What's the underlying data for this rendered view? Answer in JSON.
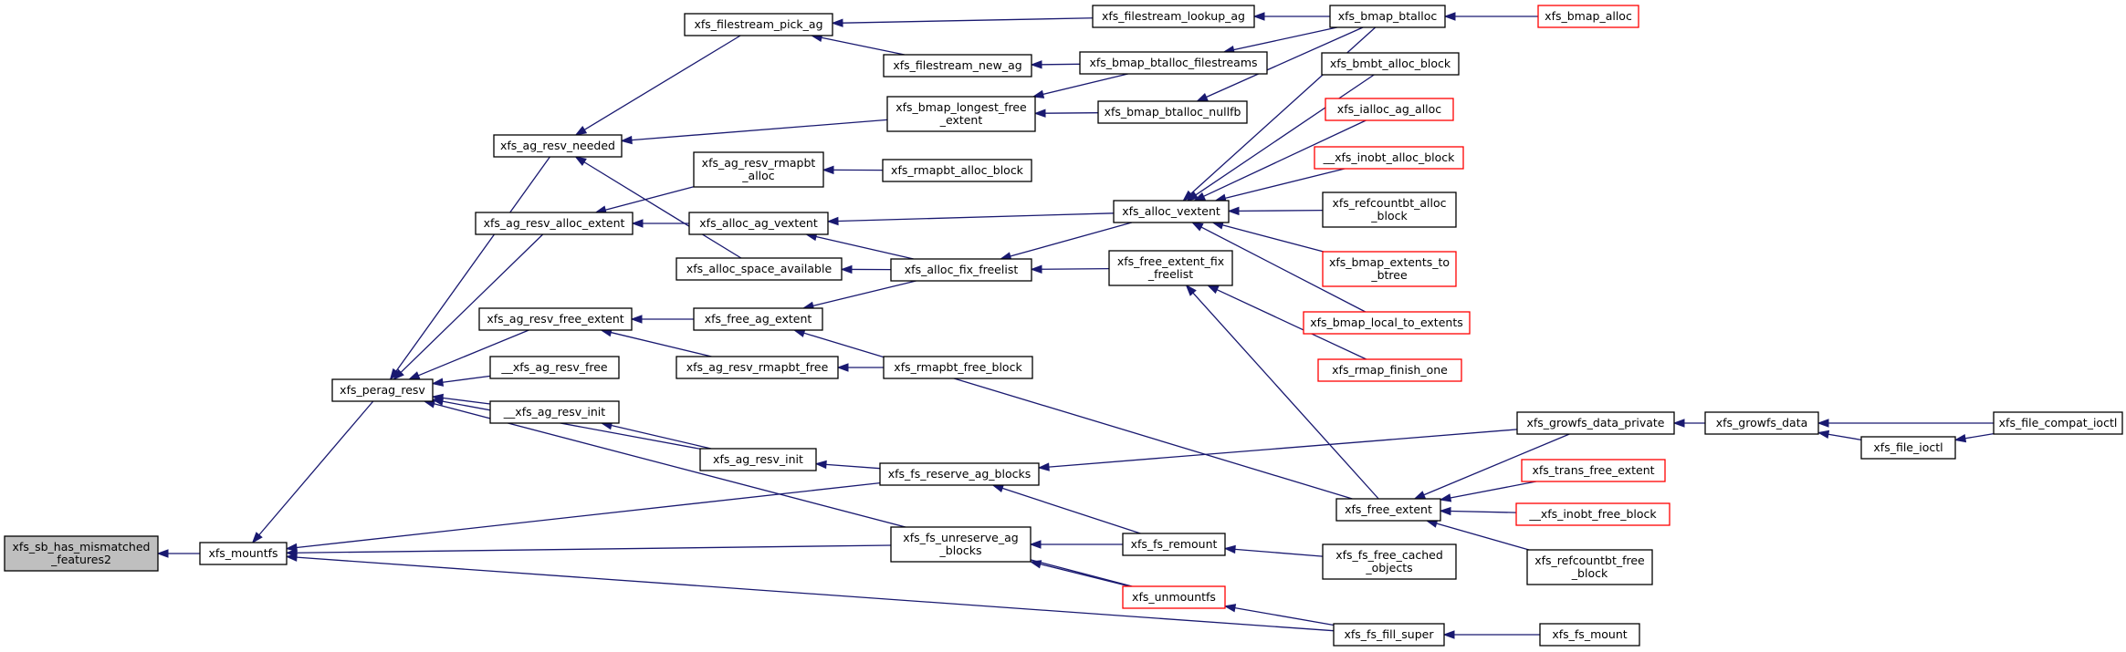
{
  "graph": {
    "colors": {
      "edge": "#191970",
      "border_normal": "#000000",
      "border_truncated": "#ff0000",
      "fill_root": "#bfbfbf",
      "fill_normal": "#ffffff"
    },
    "nodes": [
      {
        "id": "root",
        "lines": [
          "xfs_sb_has_mismatched",
          "_features2"
        ],
        "kind": "root"
      },
      {
        "id": "mountfs",
        "lines": [
          "xfs_mountfs"
        ],
        "kind": "normal"
      },
      {
        "id": "perag_resv",
        "lines": [
          "xfs_perag_resv"
        ],
        "kind": "normal"
      },
      {
        "id": "ag_resv_needed",
        "lines": [
          "xfs_ag_resv_needed"
        ],
        "kind": "normal"
      },
      {
        "id": "ag_resv_alloc_extent",
        "lines": [
          "xfs_ag_resv_alloc_extent"
        ],
        "kind": "normal"
      },
      {
        "id": "ag_resv_free_extent",
        "lines": [
          "xfs_ag_resv_free_extent"
        ],
        "kind": "normal"
      },
      {
        "id": "__ag_resv_free",
        "lines": [
          "__xfs_ag_resv_free"
        ],
        "kind": "normal"
      },
      {
        "id": "__ag_resv_init",
        "lines": [
          "__xfs_ag_resv_init"
        ],
        "kind": "normal"
      },
      {
        "id": "filestream_pick_ag",
        "lines": [
          "xfs_filestream_pick_ag"
        ],
        "kind": "normal"
      },
      {
        "id": "ag_resv_rmapbt_alloc",
        "lines": [
          "xfs_ag_resv_rmapbt",
          "_alloc"
        ],
        "kind": "normal"
      },
      {
        "id": "alloc_ag_vextent",
        "lines": [
          "xfs_alloc_ag_vextent"
        ],
        "kind": "normal"
      },
      {
        "id": "alloc_space_available",
        "lines": [
          "xfs_alloc_space_available"
        ],
        "kind": "normal"
      },
      {
        "id": "free_ag_extent",
        "lines": [
          "xfs_free_ag_extent"
        ],
        "kind": "normal"
      },
      {
        "id": "ag_resv_rmapbt_free",
        "lines": [
          "xfs_ag_resv_rmapbt_free"
        ],
        "kind": "normal"
      },
      {
        "id": "ag_resv_free",
        "lines": [
          "xfs_ag_resv_free"
        ],
        "kind": "normal"
      },
      {
        "id": "ag_resv_init",
        "lines": [
          "xfs_ag_resv_init"
        ],
        "kind": "normal"
      },
      {
        "id": "filestream_lookup_ag",
        "lines": [
          "xfs_filestream_lookup_ag"
        ],
        "kind": "normal"
      },
      {
        "id": "filestream_new_ag",
        "lines": [
          "xfs_filestream_new_ag"
        ],
        "kind": "normal"
      },
      {
        "id": "bmap_longest_free_extent",
        "lines": [
          "xfs_bmap_longest_free",
          "_extent"
        ],
        "kind": "normal"
      },
      {
        "id": "rmapbt_alloc_block",
        "lines": [
          "xfs_rmapbt_alloc_block"
        ],
        "kind": "normal"
      },
      {
        "id": "alloc_fix_freelist",
        "lines": [
          "xfs_alloc_fix_freelist"
        ],
        "kind": "normal"
      },
      {
        "id": "rmapbt_free_block",
        "lines": [
          "xfs_rmapbt_free_block"
        ],
        "kind": "normal"
      },
      {
        "id": "fs_reserve_ag_blocks",
        "lines": [
          "xfs_fs_reserve_ag_blocks"
        ],
        "kind": "normal"
      },
      {
        "id": "fs_unreserve_ag_blocks",
        "lines": [
          "xfs_fs_unreserve_ag",
          "_blocks"
        ],
        "kind": "normal"
      },
      {
        "id": "bmap_btalloc_filestreams",
        "lines": [
          "xfs_bmap_btalloc_filestreams"
        ],
        "kind": "normal"
      },
      {
        "id": "bmap_btalloc_nullfb",
        "lines": [
          "xfs_bmap_btalloc_nullfb"
        ],
        "kind": "normal"
      },
      {
        "id": "alloc_vextent",
        "lines": [
          "xfs_alloc_vextent"
        ],
        "kind": "normal"
      },
      {
        "id": "free_extent_fix_freelist",
        "lines": [
          "xfs_free_extent_fix",
          "_freelist"
        ],
        "kind": "normal"
      },
      {
        "id": "fs_remount",
        "lines": [
          "xfs_fs_remount"
        ],
        "kind": "normal"
      },
      {
        "id": "unmountfs",
        "lines": [
          "xfs_unmountfs"
        ],
        "kind": "truncated"
      },
      {
        "id": "bmap_btalloc",
        "lines": [
          "xfs_bmap_btalloc"
        ],
        "kind": "normal"
      },
      {
        "id": "bmbt_alloc_block",
        "lines": [
          "xfs_bmbt_alloc_block"
        ],
        "kind": "normal"
      },
      {
        "id": "ialloc_ag_alloc",
        "lines": [
          "xfs_ialloc_ag_alloc"
        ],
        "kind": "truncated"
      },
      {
        "id": "__inobt_alloc_block",
        "lines": [
          "__xfs_inobt_alloc_block"
        ],
        "kind": "truncated"
      },
      {
        "id": "refcountbt_alloc_block",
        "lines": [
          "xfs_refcountbt_alloc",
          "_block"
        ],
        "kind": "normal"
      },
      {
        "id": "bmap_extents_to_btree",
        "lines": [
          "xfs_bmap_extents_to",
          "_btree"
        ],
        "kind": "truncated"
      },
      {
        "id": "bmap_local_to_extents",
        "lines": [
          "xfs_bmap_local_to_extents"
        ],
        "kind": "truncated"
      },
      {
        "id": "rmap_finish_one",
        "lines": [
          "xfs_rmap_finish_one"
        ],
        "kind": "truncated"
      },
      {
        "id": "free_extent",
        "lines": [
          "xfs_free_extent"
        ],
        "kind": "normal"
      },
      {
        "id": "fs_free_cached_objects",
        "lines": [
          "xfs_fs_free_cached",
          "_objects"
        ],
        "kind": "normal"
      },
      {
        "id": "fs_fill_super",
        "lines": [
          "xfs_fs_fill_super"
        ],
        "kind": "normal"
      },
      {
        "id": "growfs_data_private",
        "lines": [
          "xfs_growfs_data_private"
        ],
        "kind": "normal"
      },
      {
        "id": "bmap_alloc",
        "lines": [
          "xfs_bmap_alloc"
        ],
        "kind": "truncated"
      },
      {
        "id": "trans_free_extent",
        "lines": [
          "xfs_trans_free_extent"
        ],
        "kind": "truncated"
      },
      {
        "id": "__inobt_free_block",
        "lines": [
          "__xfs_inobt_free_block"
        ],
        "kind": "truncated"
      },
      {
        "id": "refcountbt_free_block",
        "lines": [
          "xfs_refcountbt_free",
          "_block"
        ],
        "kind": "normal"
      },
      {
        "id": "fs_mount",
        "lines": [
          "xfs_fs_mount"
        ],
        "kind": "normal"
      },
      {
        "id": "growfs_data",
        "lines": [
          "xfs_growfs_data"
        ],
        "kind": "normal"
      },
      {
        "id": "file_ioctl",
        "lines": [
          "xfs_file_ioctl"
        ],
        "kind": "normal"
      },
      {
        "id": "file_compat_ioctl",
        "lines": [
          "xfs_file_compat_ioctl"
        ],
        "kind": "normal"
      }
    ],
    "edges": [
      [
        "mountfs",
        "root"
      ],
      [
        "perag_resv",
        "mountfs"
      ],
      [
        "fs_reserve_ag_blocks",
        "mountfs"
      ],
      [
        "fs_unreserve_ag_blocks",
        "mountfs"
      ],
      [
        "fs_fill_super",
        "mountfs"
      ],
      [
        "ag_resv_needed",
        "perag_resv"
      ],
      [
        "ag_resv_alloc_extent",
        "perag_resv"
      ],
      [
        "ag_resv_free_extent",
        "perag_resv"
      ],
      [
        "__ag_resv_free",
        "perag_resv"
      ],
      [
        "__ag_resv_init",
        "perag_resv"
      ],
      [
        "ag_resv_init",
        "perag_resv"
      ],
      [
        "unmountfs",
        "perag_resv"
      ],
      [
        "filestream_pick_ag",
        "ag_resv_needed"
      ],
      [
        "bmap_longest_free_extent",
        "ag_resv_needed"
      ],
      [
        "alloc_space_available",
        "ag_resv_needed"
      ],
      [
        "ag_resv_rmapbt_alloc",
        "ag_resv_alloc_extent"
      ],
      [
        "alloc_ag_vextent",
        "ag_resv_alloc_extent"
      ],
      [
        "free_ag_extent",
        "ag_resv_free_extent"
      ],
      [
        "ag_resv_rmapbt_free",
        "ag_resv_free_extent"
      ],
      [
        "ag_resv_free",
        "__ag_resv_free"
      ],
      [
        "ag_resv_init",
        "__ag_resv_init"
      ],
      [
        "filestream_lookup_ag",
        "filestream_pick_ag"
      ],
      [
        "filestream_new_ag",
        "filestream_pick_ag"
      ],
      [
        "rmapbt_alloc_block",
        "ag_resv_rmapbt_alloc"
      ],
      [
        "alloc_vextent",
        "alloc_ag_vextent"
      ],
      [
        "alloc_fix_freelist",
        "alloc_ag_vextent"
      ],
      [
        "alloc_fix_freelist",
        "alloc_space_available"
      ],
      [
        "alloc_fix_freelist",
        "free_ag_extent"
      ],
      [
        "free_extent",
        "free_ag_extent"
      ],
      [
        "rmapbt_free_block",
        "ag_resv_rmapbt_free"
      ],
      [
        "fs_unreserve_ag_blocks",
        "ag_resv_free"
      ],
      [
        "growfs_data_private",
        "ag_resv_free"
      ],
      [
        "fs_reserve_ag_blocks",
        "ag_resv_init"
      ],
      [
        "bmap_btalloc",
        "filestream_lookup_ag"
      ],
      [
        "bmap_btalloc_filestreams",
        "filestream_new_ag"
      ],
      [
        "bmap_btalloc_filestreams",
        "bmap_longest_free_extent"
      ],
      [
        "bmap_btalloc_nullfb",
        "bmap_longest_free_extent"
      ],
      [
        "alloc_vextent",
        "alloc_fix_freelist"
      ],
      [
        "free_extent_fix_freelist",
        "alloc_fix_freelist"
      ],
      [
        "growfs_data_private",
        "fs_reserve_ag_blocks"
      ],
      [
        "fs_remount",
        "fs_reserve_ag_blocks"
      ],
      [
        "fs_remount",
        "fs_unreserve_ag_blocks"
      ],
      [
        "unmountfs",
        "fs_unreserve_ag_blocks"
      ],
      [
        "bmap_btalloc",
        "bmap_btalloc_filestreams"
      ],
      [
        "bmap_btalloc",
        "bmap_btalloc_nullfb"
      ],
      [
        "bmap_btalloc",
        "alloc_vextent"
      ],
      [
        "bmbt_alloc_block",
        "alloc_vextent"
      ],
      [
        "ialloc_ag_alloc",
        "alloc_vextent"
      ],
      [
        "__inobt_alloc_block",
        "alloc_vextent"
      ],
      [
        "refcountbt_alloc_block",
        "alloc_vextent"
      ],
      [
        "bmap_extents_to_btree",
        "alloc_vextent"
      ],
      [
        "bmap_local_to_extents",
        "alloc_vextent"
      ],
      [
        "rmap_finish_one",
        "free_extent_fix_freelist"
      ],
      [
        "free_extent",
        "free_extent_fix_freelist"
      ],
      [
        "fs_free_cached_objects",
        "fs_remount"
      ],
      [
        "fs_fill_super",
        "unmountfs"
      ],
      [
        "bmap_alloc",
        "bmap_btalloc"
      ],
      [
        "trans_free_extent",
        "free_extent"
      ],
      [
        "__inobt_free_block",
        "free_extent"
      ],
      [
        "refcountbt_free_block",
        "free_extent"
      ],
      [
        "growfs_data_private",
        "free_extent"
      ],
      [
        "growfs_data",
        "growfs_data_private"
      ],
      [
        "fs_mount",
        "fs_fill_super"
      ],
      [
        "file_ioctl",
        "growfs_data"
      ],
      [
        "file_compat_ioctl",
        "growfs_data"
      ],
      [
        "file_compat_ioctl",
        "file_ioctl"
      ]
    ]
  }
}
